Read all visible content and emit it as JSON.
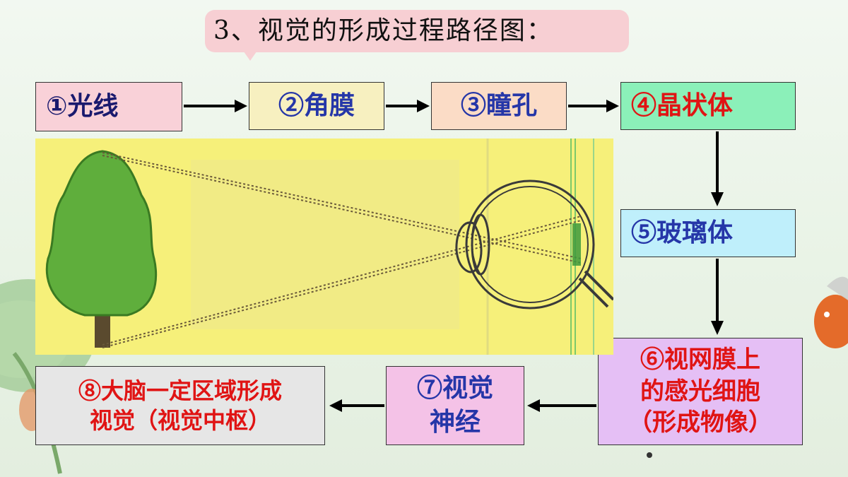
{
  "title": "3、视觉的形成过程路径图：",
  "steps": {
    "s1": "①光线",
    "s2": "②角膜",
    "s3": "③瞳孔",
    "s4": "④晶状体",
    "s5": "⑤玻璃体",
    "s6": [
      "⑥视网膜上",
      "的感光细胞",
      "（形成物像）"
    ],
    "s7": [
      "⑦视觉",
      "神经"
    ],
    "s8": [
      "⑧大脑一定区域形成",
      "视觉（视觉中枢）"
    ]
  },
  "colors": {
    "title_bg": "#f7cfd3",
    "blue_text": "#2536a8",
    "red_text": "#e01414",
    "image_bg": "#f6f07a",
    "tree_green": "#5fae3c"
  }
}
